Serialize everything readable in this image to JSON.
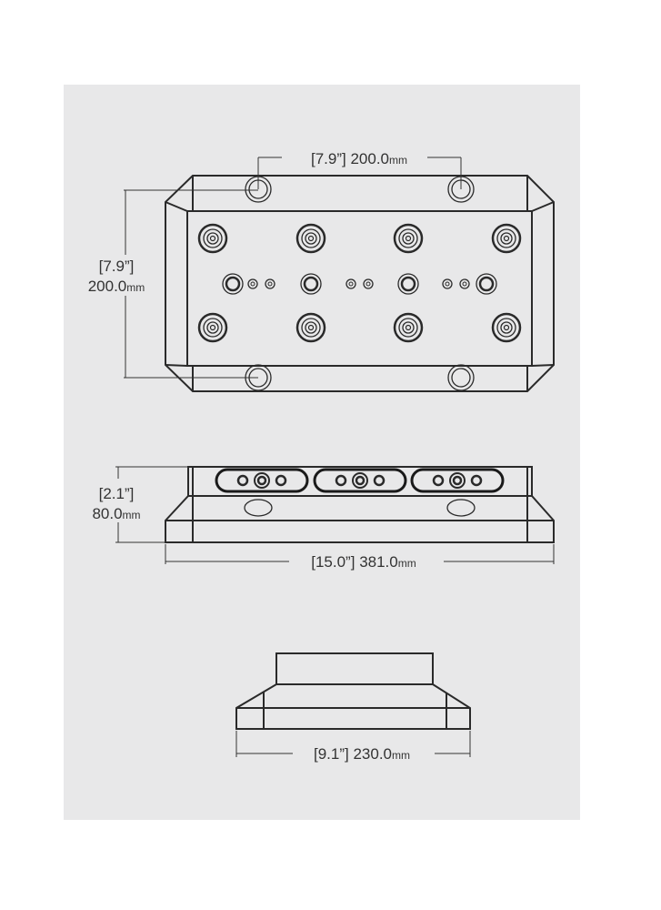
{
  "dimensions": {
    "top_width": {
      "inch": "[7.9”]",
      "mm": "200.0",
      "unit": "mm"
    },
    "top_height": {
      "inch": "[7.9”]",
      "mm": "200.0",
      "unit": "mm"
    },
    "side_height": {
      "inch": "[2.1”]",
      "mm": "80.0",
      "unit": "mm"
    },
    "side_length": {
      "inch": "[15.0”]",
      "mm": "381.0",
      "unit": "mm"
    },
    "end_width": {
      "inch": "[9.1”]",
      "mm": "230.0",
      "unit": "mm"
    }
  },
  "colors": {
    "panel": "#e8e8e9",
    "line": "#2a2a2a"
  }
}
